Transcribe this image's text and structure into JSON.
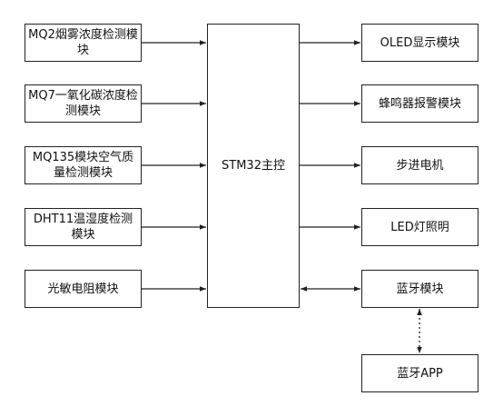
{
  "left_modules": [
    {
      "id": "mq2",
      "label": "MQ2烟雾浓度检测模块"
    },
    {
      "id": "mq7",
      "label": "MQ7一氧化碳浓度检测模块"
    },
    {
      "id": "mq135",
      "label": "MQ135模块空气质量检测模块"
    },
    {
      "id": "dht11",
      "label": "DHT11温湿度检测模块"
    },
    {
      "id": "light",
      "label": "光敏电阻模块"
    }
  ],
  "controller": {
    "label": "STM32主控"
  },
  "right_modules": [
    {
      "id": "oled",
      "label": "OLED显示模块"
    },
    {
      "id": "buzzer",
      "label": "蜂鸣器报警模块"
    },
    {
      "id": "stepper",
      "label": "步进电机"
    },
    {
      "id": "led",
      "label": "LED灯照明"
    },
    {
      "id": "bluetooth",
      "label": "蓝牙模块"
    }
  ],
  "app": {
    "label": "蓝牙APP"
  }
}
